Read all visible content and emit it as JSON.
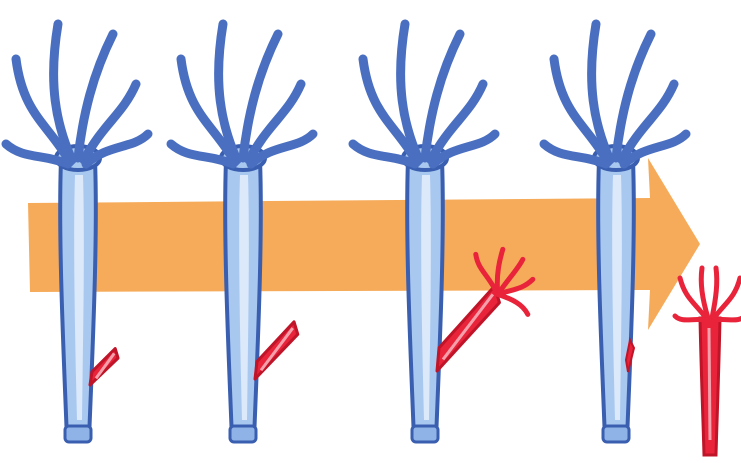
{
  "colors": {
    "background": "#ffffff",
    "arrow": "#f6ab5a",
    "hydra_body": "#a9c8ef",
    "hydra_highlight": "#dbe9fb",
    "hydra_outline": "#3a5fb0",
    "tentacle": "#4a6fc0",
    "bud": "#e8233a",
    "bud_highlight": "#f6a0ab",
    "bud_outline": "#c01428"
  },
  "stages": [
    {
      "name": "stage-1",
      "bud_level": 0.15,
      "bud_has_tentacles": false
    },
    {
      "name": "stage-2",
      "bud_level": 0.45,
      "bud_has_tentacles": false
    },
    {
      "name": "stage-3",
      "bud_level": 0.85,
      "bud_has_tentacles": true
    },
    {
      "name": "stage-4",
      "bud_level": 0.1,
      "bud_has_tentacles": false,
      "detached_offspring": true
    }
  ]
}
